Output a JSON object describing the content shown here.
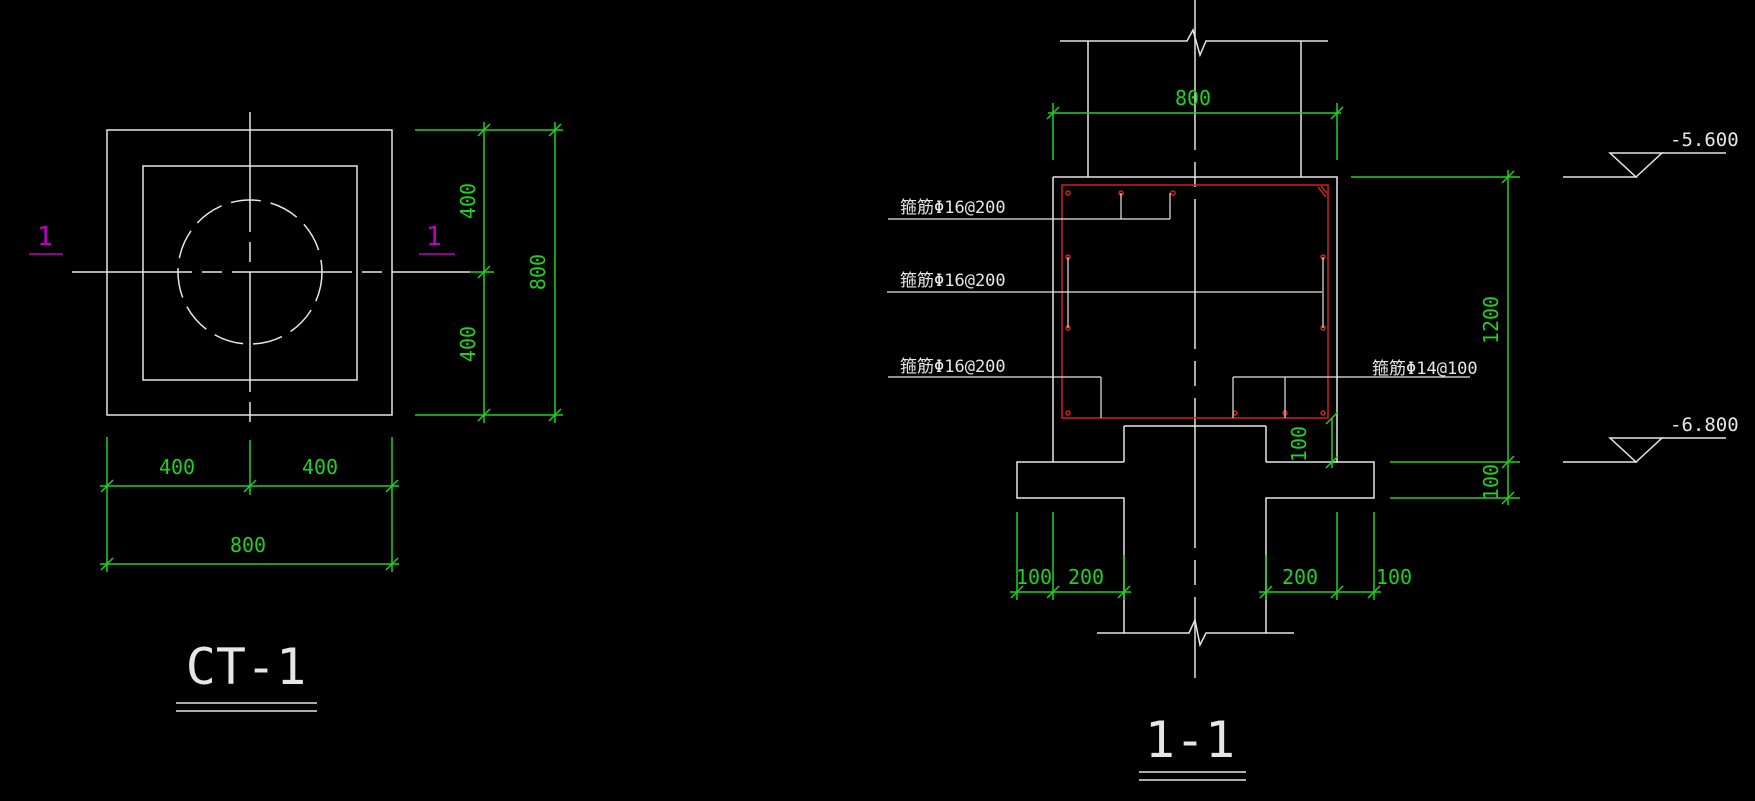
{
  "colors": {
    "background": "#000000",
    "outline": "#e6e6e6",
    "dimension": "#1fd21f",
    "reinforcement": "#d21e1e",
    "section_mark": "#c000c0"
  },
  "plan": {
    "title": "CT-1",
    "section_mark_left": "1",
    "section_mark_right": "1",
    "dim_top": "400",
    "dim_bottom": "400",
    "dim_height_total": "800",
    "dim_left": "400",
    "dim_right": "400",
    "dim_width_total": "800"
  },
  "section": {
    "title": "1-1",
    "dim_column_width": "800",
    "dim_height": "1200",
    "dim_inner_100": "100",
    "dim_outer_100": "100",
    "dim_bottom_left_100": "100",
    "dim_bottom_left_200": "200",
    "dim_bottom_right_200": "200",
    "dim_bottom_right_100": "100",
    "rebar_top": "箍筋Φ16@200",
    "rebar_middle": "箍筋Φ16@200",
    "rebar_bottom": "箍筋Φ16@200",
    "rebar_right": "箍筋Φ14@100",
    "elev_top": "-5.600",
    "elev_bottom": "-6.800"
  }
}
